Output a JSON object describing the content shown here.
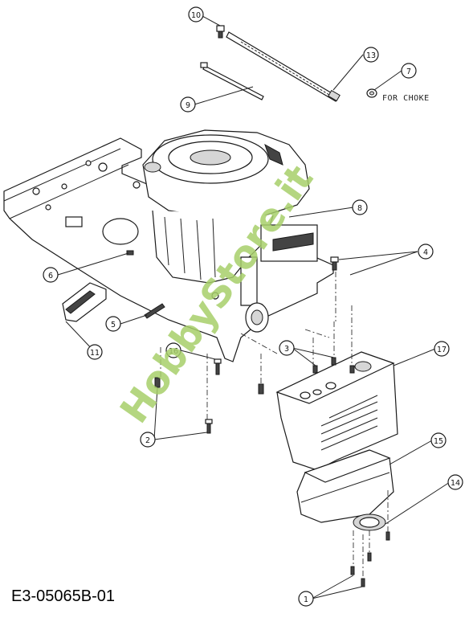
{
  "callouts": {
    "c1": "1",
    "c2": "2",
    "c3": "3",
    "c4": "4",
    "c5": "5",
    "c6": "6",
    "c7": "7",
    "c8": "8",
    "c9": "9",
    "c10": "10",
    "c11": "11",
    "c13": "13",
    "c14": "14",
    "c15": "15",
    "c16": "16",
    "c17": "17"
  },
  "note_choke": "FOR CHOKE",
  "drawing_number": "E3-05065B-01",
  "watermark": "HobbyStore.it",
  "colors": {
    "ink": "#1a1a1a",
    "watermark": "#a7cf6a",
    "shade": "#d6d6d6"
  }
}
